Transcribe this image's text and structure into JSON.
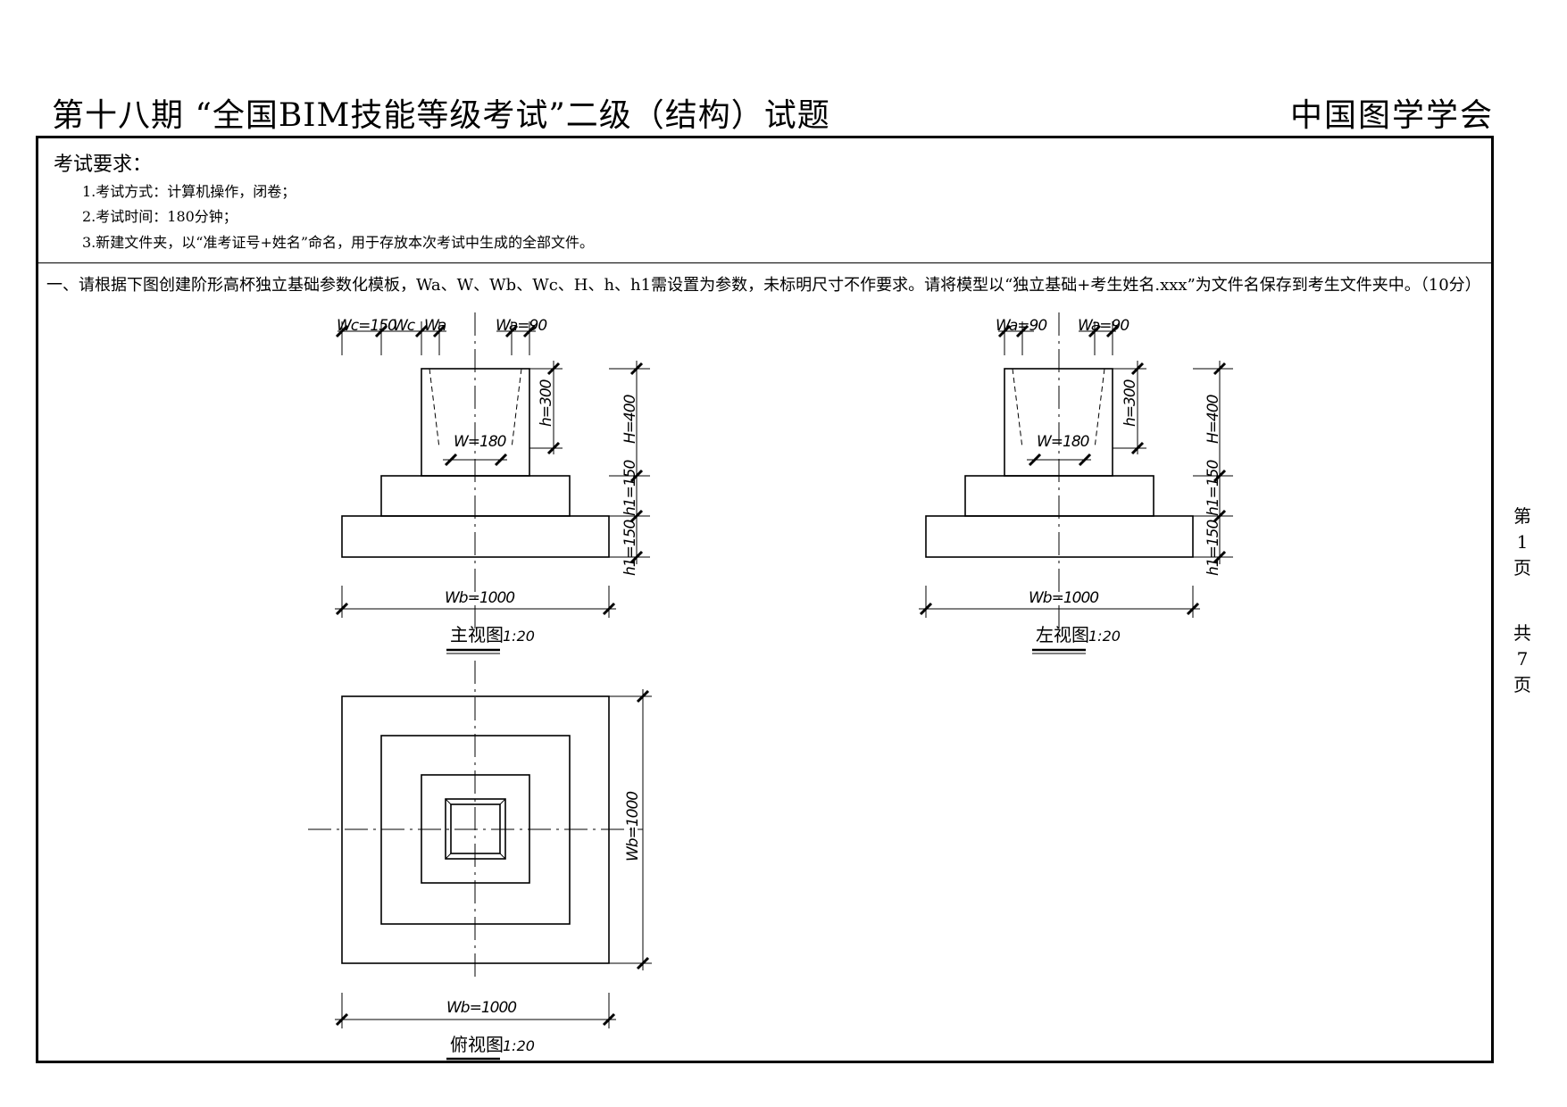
{
  "header": {
    "title": "第十八期 “全国BIM技能等级考试”二级（结构）试题",
    "organization": "中国图学学会"
  },
  "requirements": {
    "heading": "考试要求：",
    "items": [
      "1.考试方式：计算机操作，闭卷；",
      "2.考试时间：180分钟；",
      "3.新建文件夹，以“准考证号+姓名”命名，用于存放本次考试中生成的全部文件。"
    ]
  },
  "question": {
    "text": "一、请根据下图创建阶形高杯独立基础参数化模板，Wa、W、Wb、Wc、H、h、h1需设置为参数，未标明尺寸不作要求。请将模型以“独立基础+考生姓名.xxx”为文件名保存到考生文件夹中。（10分）"
  },
  "page_indicator": {
    "di": "第",
    "current": "1",
    "ye1": "页",
    "gong": "共",
    "total": "7",
    "ye2": "页"
  },
  "views": {
    "front": {
      "caption": "主视图",
      "scale": "1:20",
      "labels": {
        "wc": "Wc=150",
        "wc2": "Wc",
        "wa_left": "Wa",
        "wa_right": "Wa=90",
        "w": "W=180",
        "h": "h=300",
        "H": "H=400",
        "h1_top": "h1=150",
        "h1_bot": "h1=150",
        "wb": "Wb=1000"
      }
    },
    "left": {
      "caption": "左视图",
      "scale": "1:20",
      "labels": {
        "wa_left": "Wa=90",
        "wa_right": "Wa=90",
        "w": "W=180",
        "h": "h=300",
        "H": "H=400",
        "h1_top": "h1=150",
        "h1_bot": "h1=150",
        "wb": "Wb=1000"
      }
    },
    "top": {
      "caption": "俯视图",
      "scale": "1:20",
      "labels": {
        "wb_side": "Wb=1000",
        "wb": "Wb=1000"
      }
    }
  }
}
